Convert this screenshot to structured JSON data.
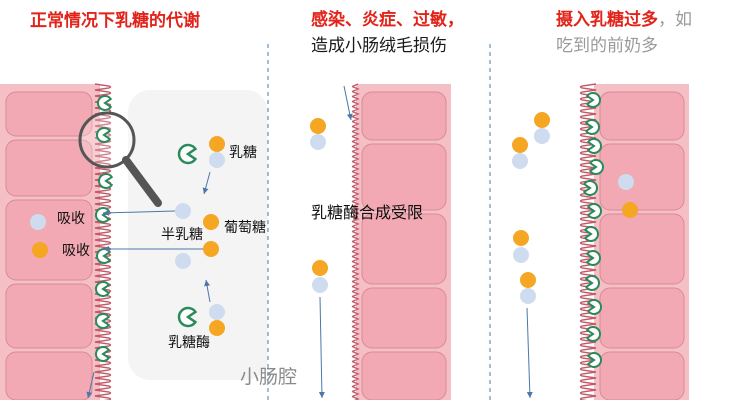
{
  "headers": {
    "panel1_title": "正常情况下乳糖的代谢",
    "panel2_line1": "感染、炎症、过敏，",
    "panel2_line2": "造成小肠绒毛损伤",
    "panel3_red": "摄入乳糖过多",
    "panel3_gray1": "，如",
    "panel3_gray2": "吃到的前奶多"
  },
  "labels": {
    "lactose": "乳糖",
    "galactose": "半乳糖",
    "glucose": "葡萄糖",
    "lactase": "乳糖酶",
    "absorb_1": "吸收",
    "absorb_2": "吸收",
    "limited": "乳糖酶合成受限",
    "lumen": "小肠腔"
  },
  "colors": {
    "tissue": "#f5bfc6",
    "tissue_dark": "#d98a95",
    "villi": "#c25a6a",
    "glucose": "#f5a623",
    "galactose": "#cfdcef",
    "enzyme": "#2a8a5a",
    "arrow": "#4a78a8",
    "title_red": "#e2231a"
  },
  "icons": [
    "magnifier-icon",
    "lactase-enzyme-icon",
    "glucose-molecule-icon",
    "galactose-molecule-icon"
  ]
}
